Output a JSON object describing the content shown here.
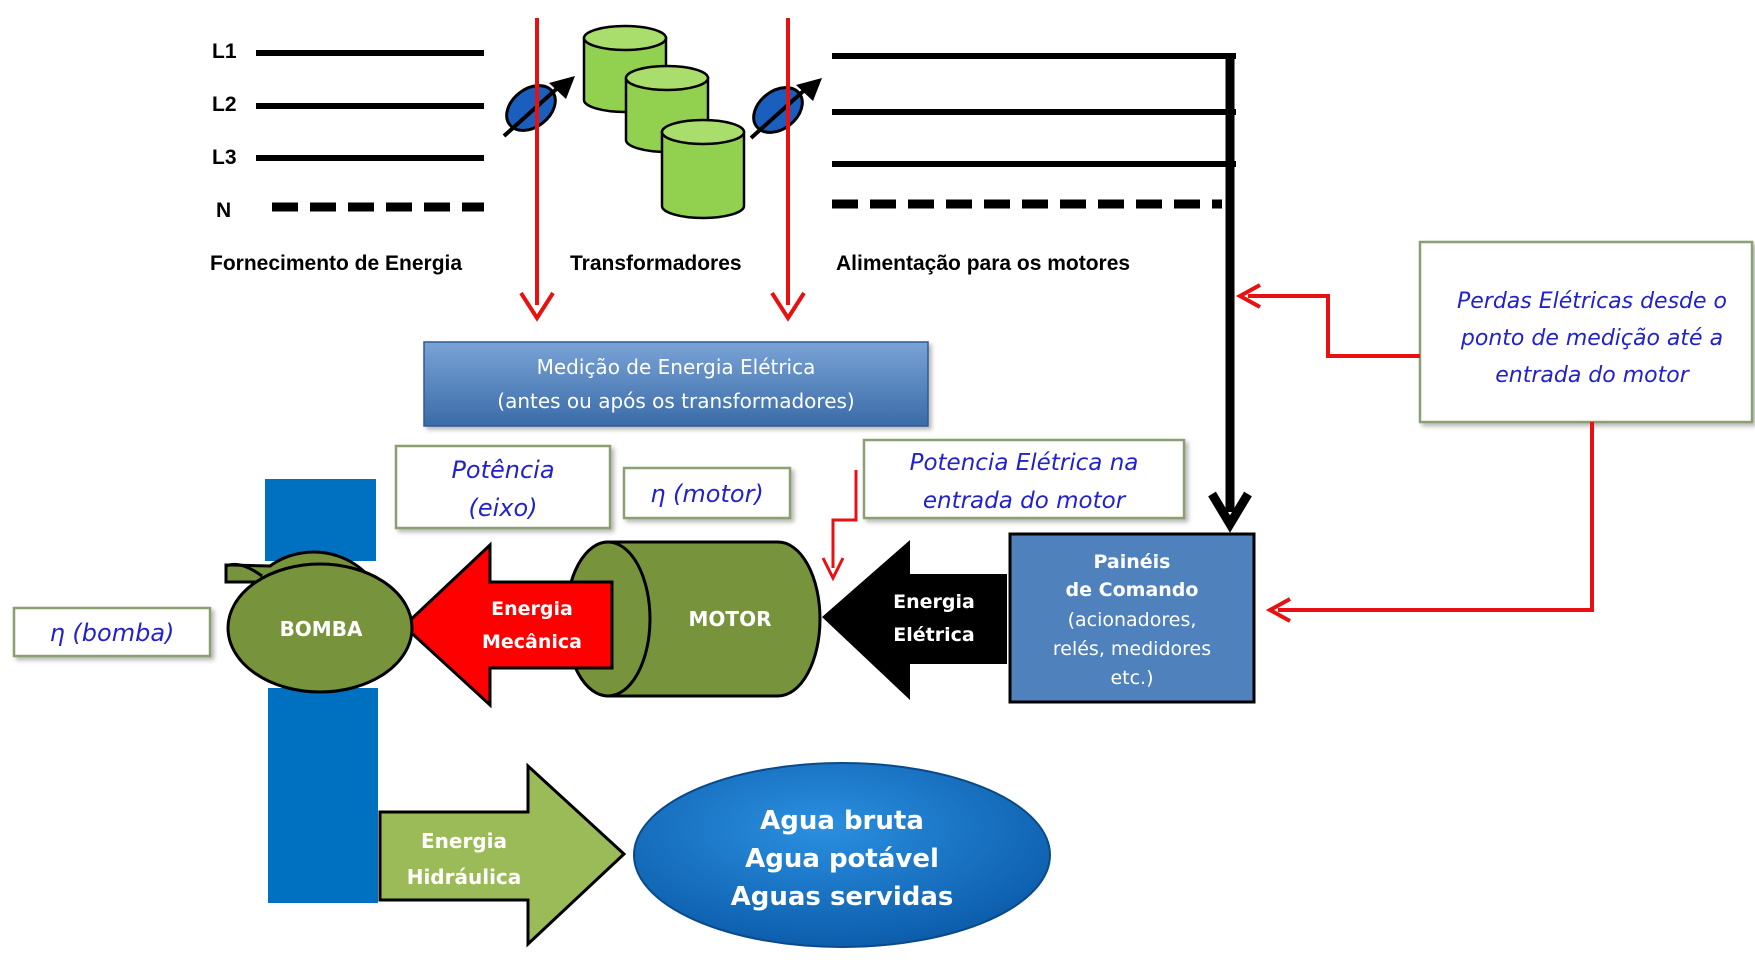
{
  "supply_lines": [
    "L1",
    "L2",
    "L3",
    "N"
  ],
  "section_labels": {
    "supply": "Fornecimento de Energia",
    "transformers": "Transformadores",
    "feed": "Alimentação para os motores"
  },
  "measurement_box": {
    "line1": "Medição de Energia Elétrica",
    "line2": "(antes ou após os transformadores)"
  },
  "losses_callout": {
    "line1": "Perdas Elétricas desde o",
    "line2": "ponto de medição até a",
    "line3": "entrada do motor"
  },
  "power_shaft_callout": {
    "line1": "Potência",
    "line2": "(eixo)"
  },
  "eta_motor": "η (motor)",
  "eta_pump": "η (bomba)",
  "motor_input_callout": {
    "line1": "Potencia Elétrica na",
    "line2": "entrada do motor"
  },
  "control_panel": {
    "title1": "Painéis",
    "title2": "de Comando",
    "line1": "(acionadores,",
    "line2": "relés, medidores",
    "line3": "etc.)"
  },
  "electric_energy": {
    "line1": "Energia",
    "line2": "Elétrica"
  },
  "motor_label": "MOTOR",
  "mechanical_energy": {
    "line1": "Energia",
    "line2": "Mecânica"
  },
  "pump_label": "BOMBA",
  "hydraulic_energy": {
    "line1": "Energia",
    "line2": "Hidráulica"
  },
  "water_outputs": [
    "Agua bruta",
    "Agua potável",
    "Aguas servidas"
  ],
  "colors": {
    "loss_arrow": "#e81010",
    "cylinder_green": "#92d050",
    "motor_green": "#77933c",
    "measurement_blue": "#4f81bd",
    "panel_blue": "#4f81bd",
    "pipe_blue": "#0070c0",
    "water_blue": "#0070c0",
    "hydraulic_green": "#9bbb59",
    "mechanical_red": "#ff0000"
  }
}
